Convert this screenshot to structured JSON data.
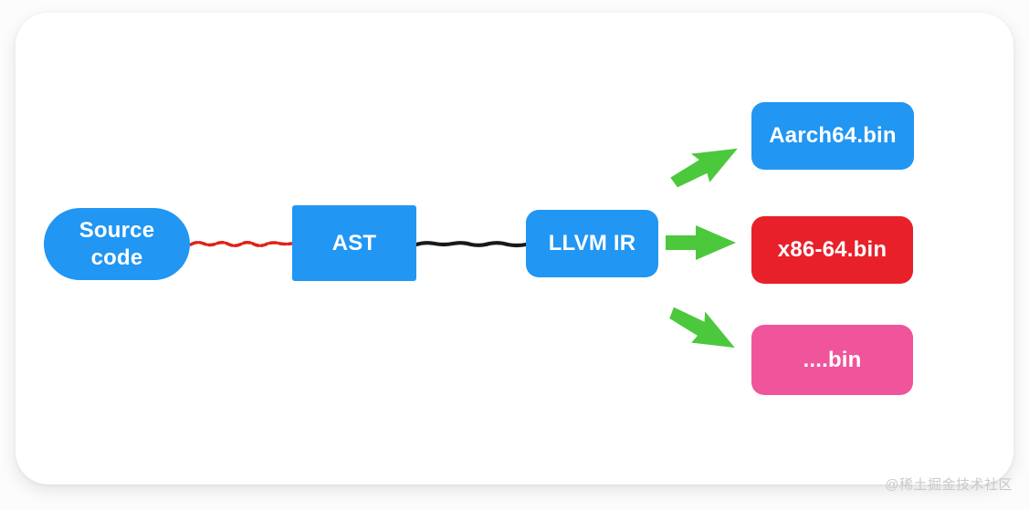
{
  "diagram": {
    "description": "Compilation pipeline flowchart: Source code to AST to LLVM IR to target binaries",
    "colors": {
      "blue": "#2196F3",
      "red": "#E8202A",
      "pink": "#F0549B",
      "green": "#4CC83C",
      "edge_red": "#DD2318",
      "edge_black": "#191919"
    },
    "nodes": [
      {
        "id": "source-code",
        "label": "Source code",
        "label_lines": [
          "Source",
          "code"
        ],
        "shape": "pill",
        "color": "#2196F3",
        "text_color": "#FFFFFF"
      },
      {
        "id": "ast",
        "label": "AST",
        "shape": "rectangle",
        "color": "#2196F3",
        "text_color": "#FFFFFF"
      },
      {
        "id": "llvm-ir",
        "label": "LLVM IR",
        "shape": "rounded-rect",
        "color": "#2196F3",
        "text_color": "#FFFFFF"
      },
      {
        "id": "aarch64-bin",
        "label": "Aarch64.bin",
        "shape": "rounded-rect",
        "color": "#2196F3",
        "text_color": "#FFFFFF"
      },
      {
        "id": "x86-64-bin",
        "label": "x86-64.bin",
        "shape": "rounded-rect",
        "color": "#E8202A",
        "text_color": "#FFFFFF"
      },
      {
        "id": "other-bin",
        "label": "....bin",
        "shape": "rounded-rect",
        "color": "#F0549B",
        "text_color": "#FFFFFF"
      }
    ],
    "edges": [
      {
        "from": "Source code",
        "to": "AST",
        "style": "red-scribble-line"
      },
      {
        "from": "AST",
        "to": "LLVM IR",
        "style": "black-line"
      },
      {
        "from": "LLVM IR",
        "to": "Aarch64.bin",
        "style": "green-arrow"
      },
      {
        "from": "LLVM IR",
        "to": "x86-64.bin",
        "style": "green-arrow"
      },
      {
        "from": "LLVM IR",
        "to": "....bin",
        "style": "green-arrow"
      }
    ]
  },
  "watermark": {
    "text": "@稀土掘金技术社区"
  }
}
